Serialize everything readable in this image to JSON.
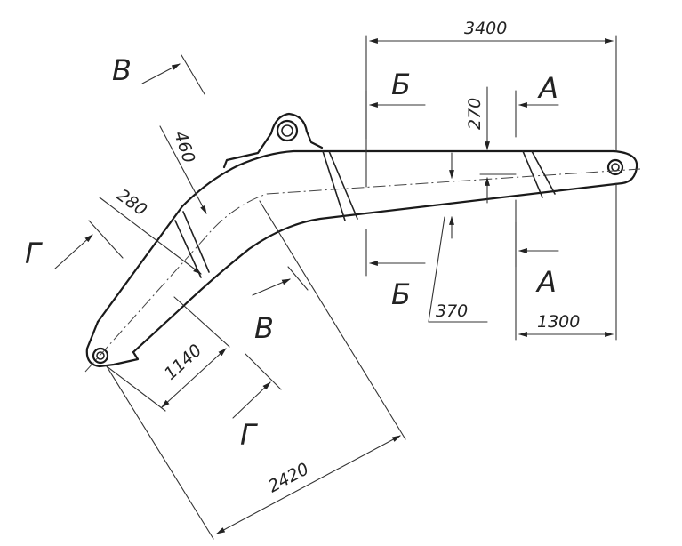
{
  "dimensions": {
    "overall_length": "3400",
    "section_a_offset": "1300",
    "depth_270": "270",
    "depth_370": "370",
    "depth_460": "460",
    "depth_280": "280",
    "length_1140": "1140",
    "length_2420": "2420"
  },
  "sections": {
    "a_top": "А",
    "a_bottom": "А",
    "b_top": "Б",
    "b_bottom": "Б",
    "v_top": "В",
    "v_bottom": "В",
    "g_top": "Г",
    "g_bottom": "Г"
  }
}
